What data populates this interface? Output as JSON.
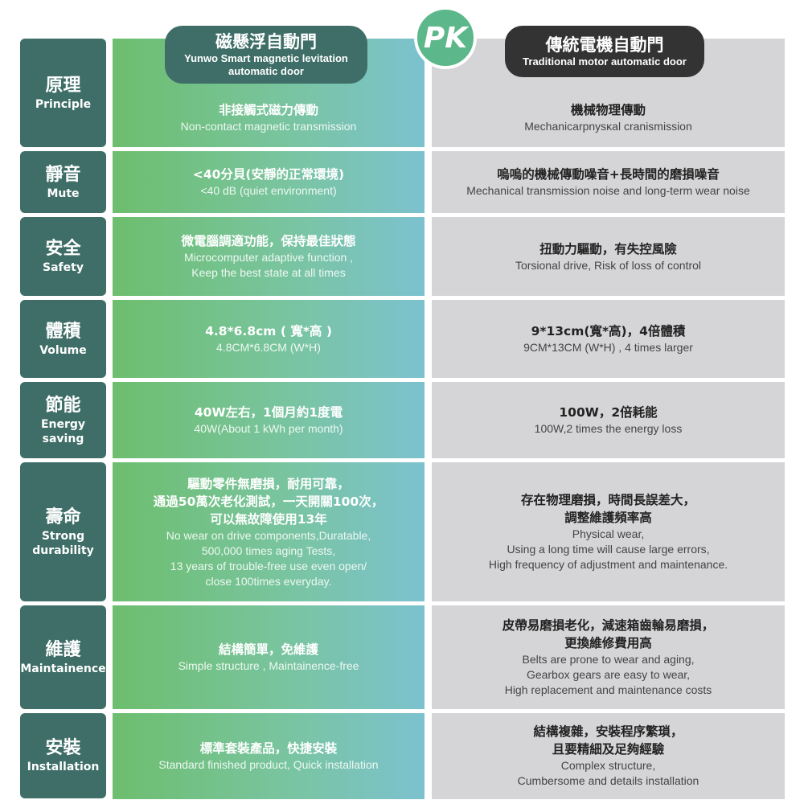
{
  "colors": {
    "label_bg": "#3e6e67",
    "green_start": "#6dbe6e",
    "green_end": "#7cc2cf",
    "gray": "#d5d5d8",
    "pill_green": "#3e6e67",
    "pill_dark": "#333333",
    "pk": "#5cb88a"
  },
  "header": {
    "left": {
      "title": "磁懸浮自動門",
      "subtitle": "Yunwo Smart magnetic levitation\nautomatic door"
    },
    "pk": "PK",
    "right": {
      "title": "傳統電機自動門",
      "subtitle": "Traditional motor automatic door"
    }
  },
  "rows": [
    {
      "label_zh": "原理",
      "label_en": "Principle",
      "left_zh": "非接觸式磁力傳動",
      "left_en": "Non-contact magnetic transmission",
      "right_zh": "機械物理傳動",
      "right_en": "Mechanicarpnysĸal cranismission"
    },
    {
      "label_zh": "靜音",
      "label_en": "Mute",
      "left_zh": "<40分貝(安靜的正常環境)",
      "left_en": "<40 dB (quiet environment)",
      "right_zh": "嗚嗚的機械傳動噪音+長時間的磨損噪音",
      "right_en": "Mechanical transmission noise and  long-term wear noise"
    },
    {
      "label_zh": "安全",
      "label_en": "Safety",
      "left_zh": "微電腦調適功能，保持最佳狀態",
      "left_en": "Microcomputer adaptive function ,\nKeep  the best state at all times",
      "right_zh": "扭動力驅動，有失控風險",
      "right_en": "Torsional drive, Risk of loss of control"
    },
    {
      "label_zh": "體積",
      "label_en": "Volume",
      "left_zh": "4.8*6.8cm ( 寬*高 )",
      "left_en": "4.8CM*6.8CM (W*H)",
      "right_zh": "9*13cm(寬*高)，4倍體積",
      "right_en": "9CM*13CM (W*H) , 4 times larger"
    },
    {
      "label_zh": "節能",
      "label_en": "Energy\nsaving",
      "left_zh": "40W左右，1個月約1度電",
      "left_en": "40W(About 1 kWh per month)",
      "right_zh": "100W，2倍耗能",
      "right_en": "100W,2 times the energy loss"
    },
    {
      "label_zh": "壽命",
      "label_en": "Strong\ndurability",
      "left_zh": "驅動零件無磨損，耐用可靠，\n通過50萬次老化測試，一天開關100次，\n可以無故障使用13年",
      "left_en": "No wear on drive components,Duratable,\n500,000 times aging Tests,\n13 years of trouble-free use even open/\nclose 100times everyday.",
      "right_zh": "存在物理磨損，時間長誤差大，\n調整維護頻率高",
      "right_en": "Physical wear,\nUsing a long time will cause large errors,\nHigh frequency of adjustment and maintenance."
    },
    {
      "label_zh": "維護",
      "label_en": "Maintainence",
      "left_zh": "結構簡單，免維護",
      "left_en": "Simple structure , Maintainence-free",
      "right_zh": "皮帶易磨損老化，減速箱齒輪易磨損，\n更換維修費用高",
      "right_en": "Belts are prone to wear and aging,\nGearbox gears are easy to wear,\nHigh replacement and maintenance costs"
    },
    {
      "label_zh": "安裝",
      "label_en": "Installation",
      "left_zh": "標準套裝產品，快捷安裝",
      "left_en": "Standard finished product, Quick installation",
      "right_zh": "結構複雜，安裝程序繁瑣，\n且要精細及足夠經驗",
      "right_en": "Complex structure,\nCumbersome and details installation"
    }
  ]
}
